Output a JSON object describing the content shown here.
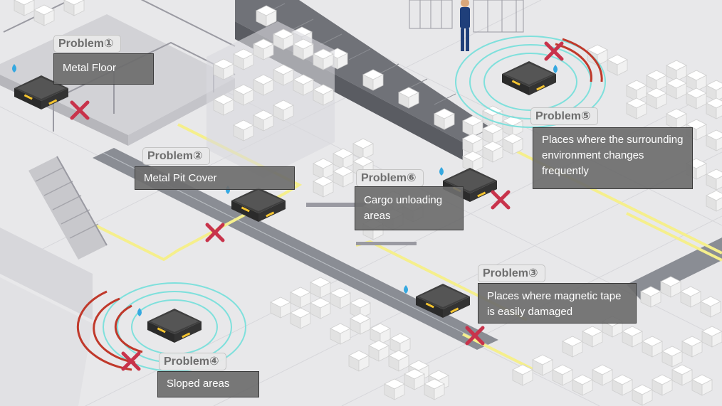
{
  "colors": {
    "floor": "#e8e8ea",
    "path_line": "#f5ef8c",
    "mark_x": "#c8334b",
    "wave_red": "#c0392b",
    "wave_cyan": "#7fe0dc",
    "agv_body": "#4a4a4a",
    "agv_light": "#f4c430",
    "label_bg": "#e8e8e8",
    "desc_bg": "#6c6c6c"
  },
  "problems": [
    {
      "label": "Problem①",
      "desc": "Metal Floor"
    },
    {
      "label": "Problem②",
      "desc": "Metal Pit Cover"
    },
    {
      "label": "Problem③",
      "desc": "Places where magnetic tape is easily damaged"
    },
    {
      "label": "Problem④",
      "desc": "Sloped areas"
    },
    {
      "label": "Problem⑤",
      "desc": "Places where the surrounding environment changes frequently"
    },
    {
      "label": "Problem⑥",
      "desc": "Cargo unloading areas"
    }
  ]
}
